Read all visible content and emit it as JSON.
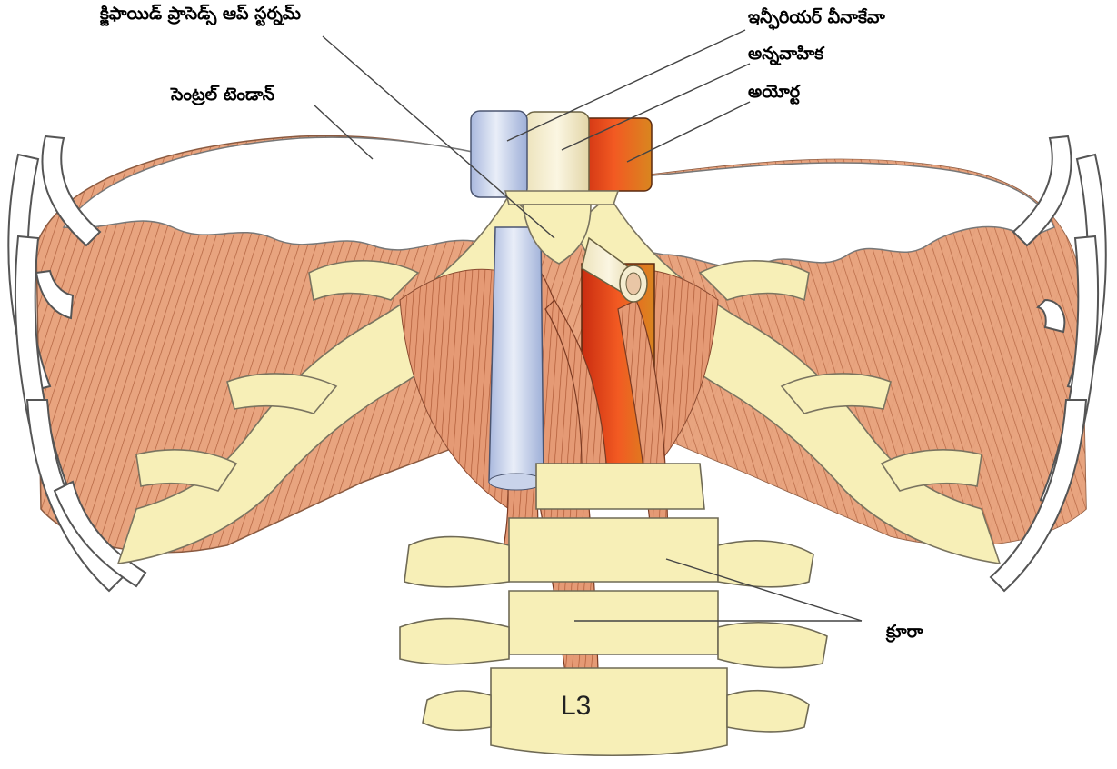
{
  "labels": {
    "xiphoid": "క్జిఫాయిడ్ ప్రాసెడ్స్ ఆప్ స్టర్నమ్",
    "central_tendon": "సెంట్రల్ టెండాన్",
    "ivc": "ఇన్ఫీరియర్ వీనాకేవా",
    "esophagus": "అన్నవాహిక",
    "aorta": "అయోర్ట",
    "crura": "క్రూరా",
    "vertebra": "L3"
  },
  "colors": {
    "bone": "#f7efb7",
    "bone_edge": "#7a7460",
    "muscle": "#e8a47f",
    "muscle_line": "#b0603d",
    "tendon": "#ffffff",
    "ivc": "#c9d3ea",
    "aorta": "#e0401a",
    "esophagus": "#f2ebc9",
    "leader": "#444444"
  }
}
